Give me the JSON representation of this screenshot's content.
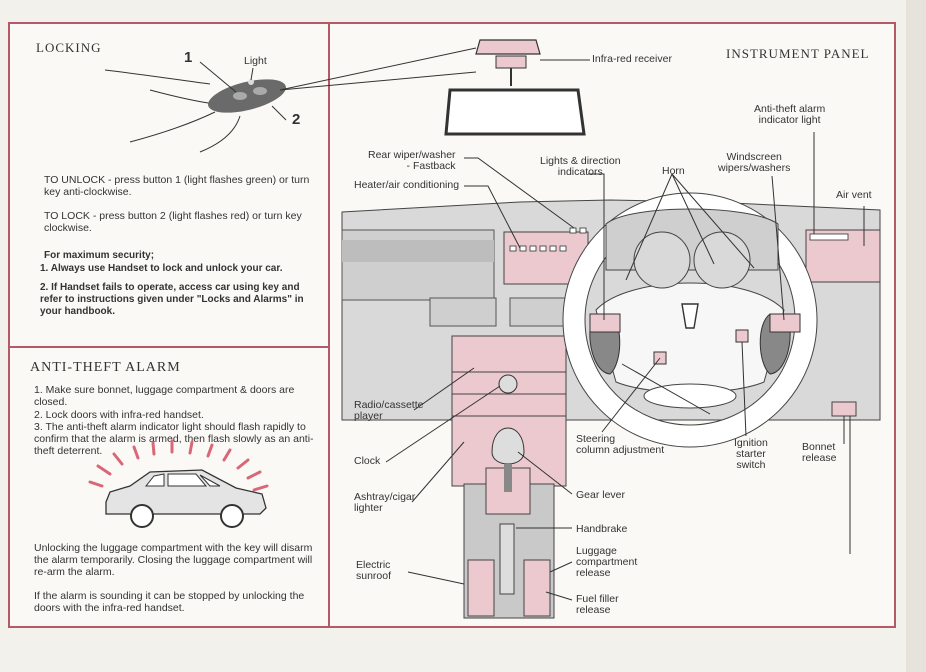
{
  "locking": {
    "title": "LOCKING",
    "button1": "1",
    "button2": "2",
    "light": "Light",
    "unlock_text": "TO UNLOCK - press button 1 (light flashes green) or turn key anti-clockwise.",
    "lock_text": "TO LOCK - press button 2 (light flashes red) or turn key clockwise.",
    "security_heading": "For maximum security;",
    "security_1": "1. Always use Handset to lock and unlock your car.",
    "security_2": "2. If Handset fails to operate, access car using key and refer to instructions given under \"Locks and Alarms\" in your handbook."
  },
  "alarm": {
    "title": "ANTI-THEFT ALARM",
    "step1": "1. Make sure bonnet, luggage compartment & doors are closed.",
    "step2": "2. Lock doors with infra-red handset.",
    "step3": "3. The anti-theft alarm indicator light should flash rapidly to confirm that the alarm is armed, then flash slowly as an anti-theft deterrent.",
    "luggage_note": "Unlocking the luggage compartment with the key will disarm the alarm temporarily. Closing the luggage compartment will re-arm the alarm.",
    "sounding_note": "If the alarm is sounding it can be stopped by unlocking the doors with the infra-red handset."
  },
  "panel": {
    "title": "INSTRUMENT PANEL",
    "labels": {
      "infrared_receiver": "Infra-red receiver",
      "rear_wiper": "Rear wiper/washer\n- Fastback",
      "heater": "Heater/air conditioning",
      "lights": "Lights & direction\nindicators",
      "horn": "Horn",
      "windscreen": "Windscreen\nwipers/washers",
      "antitheft_light": "Anti-theft alarm\nindicator light",
      "air_vent": "Air vent",
      "radio": "Radio/cassette\nplayer",
      "clock": "Clock",
      "ashtray": "Ashtray/cigar\nlighter",
      "electric_sunroof": "Electric\nsunroof",
      "steering": "Steering\ncolumn adjustment",
      "gear_lever": "Gear lever",
      "handbrake": "Handbrake",
      "luggage_release": "Luggage\ncompartment\nrelease",
      "fuel_release": "Fuel filler\nrelease",
      "ignition": "Ignition\nstarter\nswitch",
      "bonnet": "Bonnet\nrelease"
    }
  },
  "colors": {
    "border": "#b45a67",
    "pink": "#ecc9cf",
    "grey": "#c9c9c9",
    "dark": "#555555"
  }
}
